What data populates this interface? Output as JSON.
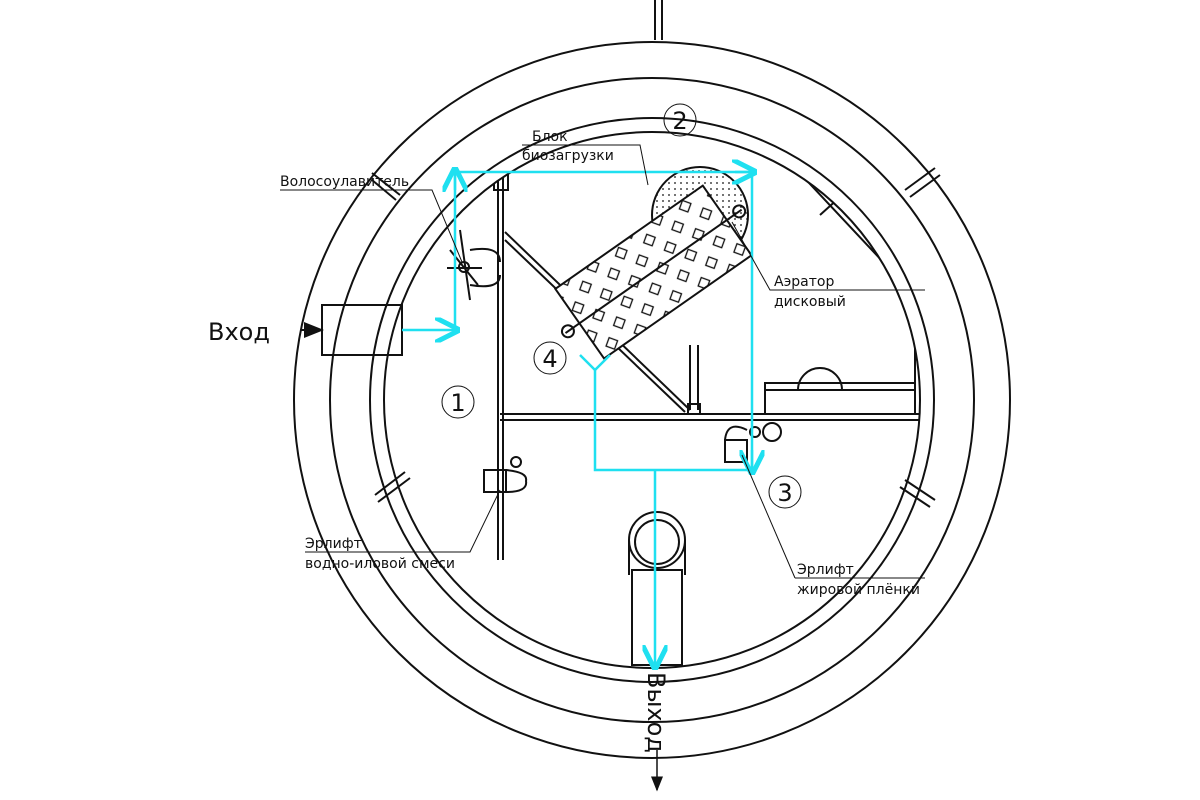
{
  "title": "Схема очистного сооружения",
  "labels": {
    "inlet": "Вход",
    "outlet": "Выход",
    "hair_trap": "Волосоулавитель",
    "bio_block_1": "Блок",
    "bio_block_2": "биозагрузки",
    "aerator_1": "Аэратор",
    "aerator_2": "дисковый",
    "airlift_sludge_1": "Эрлифт",
    "airlift_sludge_2": "водно-иловой смеси",
    "airlift_fat_1": "Эрлифт",
    "airlift_fat_2": "жировой плёнки"
  },
  "chambers": [
    "1",
    "2",
    "3",
    "4"
  ],
  "colors": {
    "flow": "#1fe0f0",
    "line": "#111111"
  }
}
